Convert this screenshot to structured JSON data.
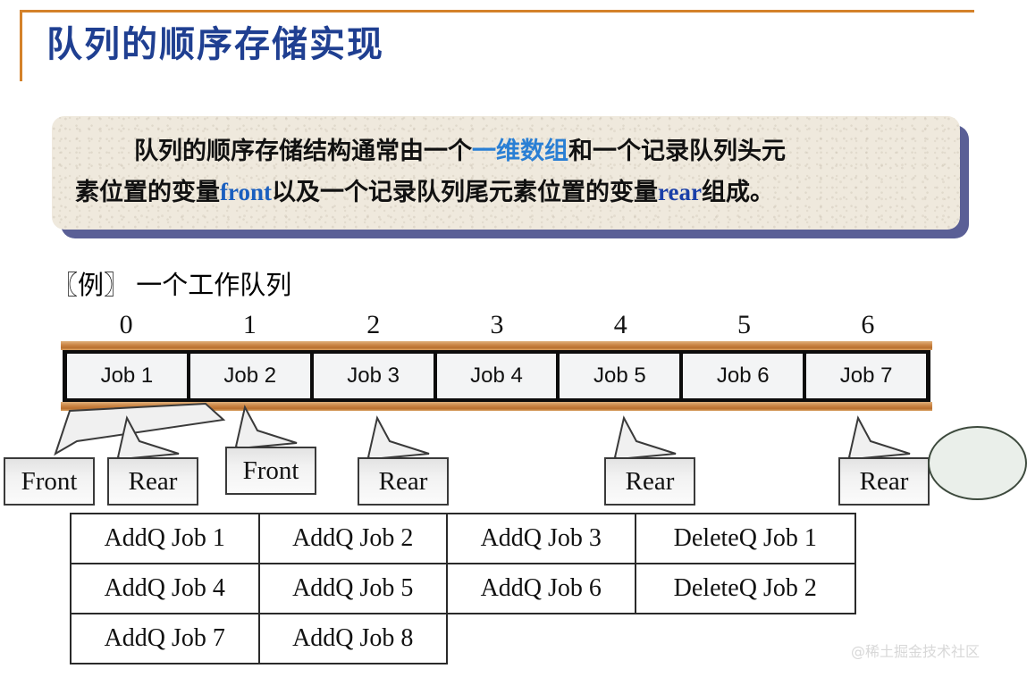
{
  "slide": {
    "title": "队列的顺序存储实现",
    "accent_color": "#d4822a",
    "title_color": "#1f3f91"
  },
  "note": {
    "line1_pre": "队列的顺序存储结构通常由一个",
    "line1_hl": "一维数组",
    "line1_post": "和一个记录队列头元",
    "line2_pre": "素位置的变量",
    "line2_hl1": "front",
    "line2_mid": "以及一个记录队列尾元素位置的变量",
    "line2_hl2": "rear",
    "line2_post": "组成。",
    "box_bg": "#efe9dd",
    "shadow_color": "#5a5f96",
    "highlight_color": "#2a7fd4"
  },
  "example": {
    "label": "〖例〗  一个工作队列"
  },
  "array": {
    "indices": [
      "0",
      "1",
      "2",
      "3",
      "4",
      "5",
      "6"
    ],
    "cells": [
      "Job 1",
      "Job 2",
      "Job 3",
      "Job 4",
      "Job 5",
      "Job 6",
      "Job 7"
    ],
    "frame_color": "#c98343"
  },
  "pointers": [
    {
      "id": "front-0",
      "label": "Front"
    },
    {
      "id": "rear-0",
      "label": "Rear"
    },
    {
      "id": "front-1",
      "label": "Front"
    },
    {
      "id": "rear-1",
      "label": "Rear"
    },
    {
      "id": "rear-2",
      "label": "Rear"
    },
    {
      "id": "rear-3",
      "label": "Rear"
    }
  ],
  "ops_table": {
    "rows": [
      [
        "AddQ Job 1",
        "AddQ Job 2",
        "AddQ Job 3",
        "DeleteQ Job 1"
      ],
      [
        "AddQ Job 4",
        "AddQ Job 5",
        "AddQ Job 6",
        "DeleteQ Job 2"
      ],
      [
        "AddQ Job 7",
        "AddQ Job 8",
        "",
        ""
      ]
    ]
  },
  "watermark": {
    "text": "@稀土掘金技术社区"
  }
}
